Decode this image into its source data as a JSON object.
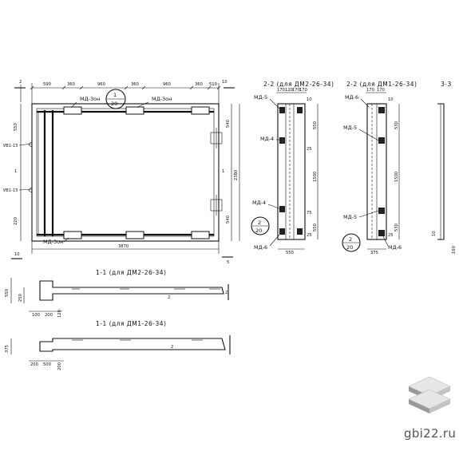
{
  "plan": {
    "top_dims": [
      "590",
      "360",
      "960",
      "360",
      "960",
      "360",
      "510"
    ],
    "left_dims": [
      "550",
      "220"
    ],
    "right_dims": [
      "540",
      "2380",
      "540"
    ],
    "bottom_dim": "3870",
    "top_marks": [
      "2",
      "10"
    ],
    "bottom_marks": [
      "10",
      "5"
    ],
    "labels": {
      "md3_a": "МД-3он",
      "md3_b": "МД-3он",
      "md3_c": "МД-3он",
      "yv1_a": "УВ1-15",
      "yv1_b": "УВ1-15"
    },
    "callout": {
      "top": "1",
      "bottom": "20"
    },
    "section_marks": [
      "1",
      "1"
    ]
  },
  "view22a": {
    "title": "2-2 (для ДМ2-26-34)",
    "top_dims": [
      "170",
      "120",
      "170",
      "170"
    ],
    "right_dims": [
      "550",
      "1500",
      "550"
    ],
    "small_dims": [
      "10",
      "25",
      "75",
      "25"
    ],
    "labels": {
      "md_top": "МД-5",
      "md4_a": "МД-4",
      "md4_b": "МД-4",
      "md6": "МД-6"
    },
    "bottom_dim": "550",
    "callout": {
      "top": "2",
      "bottom": "20"
    }
  },
  "view22b": {
    "title": "2-2 (для ДМ1-26-34)",
    "top_dims": [
      "170",
      "170"
    ],
    "right_dims": [
      "530",
      "1500",
      "530"
    ],
    "small_dims": [
      "10",
      "25"
    ],
    "labels": {
      "md_top": "МД-6",
      "md5_a": "МД-5",
      "md5_b": "МД-5",
      "md6": "МД-6"
    },
    "bottom_dim": "375",
    "callout": {
      "top": "2",
      "bottom": "20"
    }
  },
  "view3": {
    "title": "3-3",
    "dims": [
      "10",
      "160"
    ]
  },
  "section1a": {
    "title": "1-1  (для ДМ2-26-34)",
    "dims": [
      "550",
      "250",
      "100",
      "200",
      "120"
    ],
    "marks": [
      "2",
      "2"
    ]
  },
  "section1b": {
    "title": "1-1  (для ДМ1-26-34)",
    "dims": [
      "375",
      "200",
      "500",
      "200"
    ],
    "marks": [
      "2"
    ]
  },
  "watermark": {
    "text": "gbi22.ru"
  },
  "colors": {
    "ink": "#111111",
    "watermark": "#555555"
  }
}
